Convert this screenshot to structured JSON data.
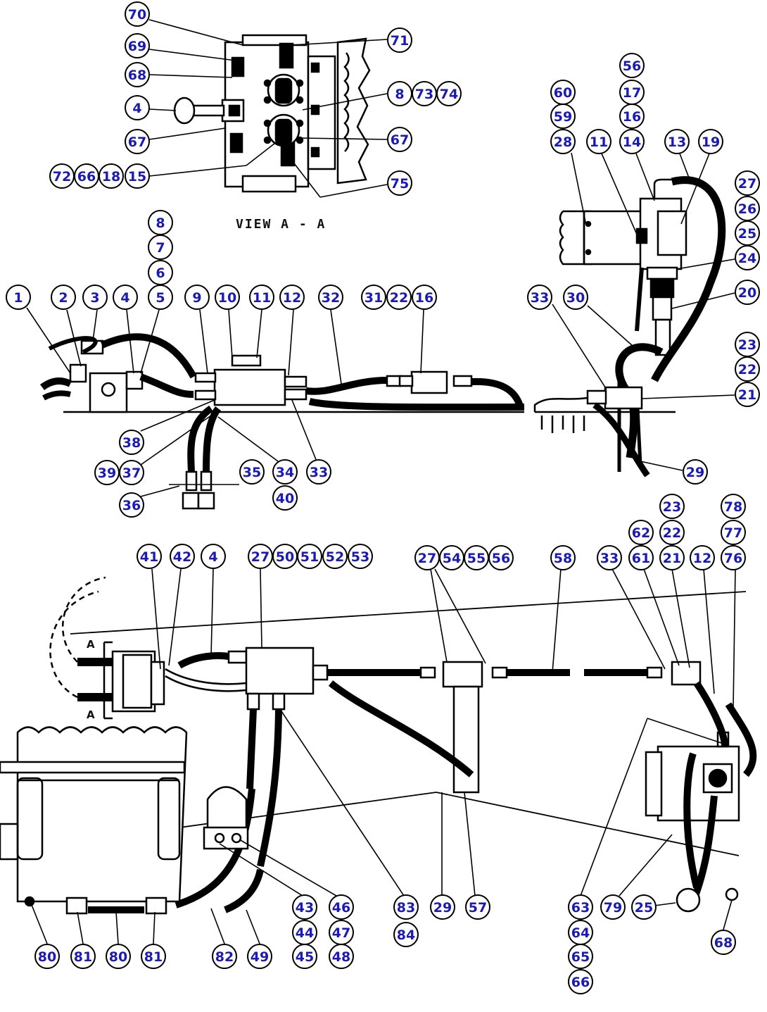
{
  "diagram": {
    "view_title": "VIEW A - A",
    "section_marker": "A",
    "callouts": [
      [
        "70",
        195,
        20
      ],
      [
        "69",
        195,
        65
      ],
      [
        "68",
        195,
        106
      ],
      [
        "4",
        195,
        153
      ],
      [
        "67",
        195,
        201
      ],
      [
        "72",
        88,
        250
      ],
      [
        "66",
        123,
        250
      ],
      [
        "18",
        158,
        250
      ],
      [
        "15",
        195,
        250
      ],
      [
        "71",
        568,
        57
      ],
      [
        "8",
        568,
        133
      ],
      [
        "73",
        603,
        133
      ],
      [
        "74",
        638,
        133
      ],
      [
        "67",
        568,
        198
      ],
      [
        "75",
        568,
        260
      ],
      [
        "56",
        898,
        93
      ],
      [
        "60",
        800,
        131
      ],
      [
        "17",
        898,
        131
      ],
      [
        "59",
        800,
        165
      ],
      [
        "16",
        898,
        165
      ],
      [
        "28",
        800,
        201
      ],
      [
        "11",
        851,
        201
      ],
      [
        "14",
        898,
        201
      ],
      [
        "13",
        962,
        201
      ],
      [
        "19",
        1010,
        201
      ],
      [
        "27",
        1062,
        260
      ],
      [
        "26",
        1062,
        296
      ],
      [
        "25",
        1062,
        331
      ],
      [
        "24",
        1062,
        366
      ],
      [
        "20",
        1062,
        415
      ],
      [
        "23",
        1062,
        489
      ],
      [
        "22",
        1062,
        524
      ],
      [
        "21",
        1062,
        560
      ],
      [
        "29",
        988,
        670
      ],
      [
        "8",
        228,
        316
      ],
      [
        "7",
        228,
        351
      ],
      [
        "6",
        228,
        387
      ],
      [
        "1",
        26,
        422
      ],
      [
        "2",
        90,
        422
      ],
      [
        "3",
        135,
        422
      ],
      [
        "4",
        178,
        422
      ],
      [
        "5",
        228,
        422
      ],
      [
        "9",
        280,
        422
      ],
      [
        "10",
        323,
        422
      ],
      [
        "11",
        372,
        422
      ],
      [
        "12",
        415,
        422
      ],
      [
        "32",
        470,
        422
      ],
      [
        "31",
        531,
        422
      ],
      [
        "22",
        567,
        422
      ],
      [
        "16",
        603,
        422
      ],
      [
        "33",
        767,
        422
      ],
      [
        "30",
        818,
        422
      ],
      [
        "38",
        187,
        628
      ],
      [
        "39",
        152,
        671
      ],
      [
        "37",
        187,
        671
      ],
      [
        "35",
        358,
        670
      ],
      [
        "34",
        405,
        670
      ],
      [
        "33",
        453,
        670
      ],
      [
        "40",
        405,
        707
      ],
      [
        "36",
        187,
        717
      ],
      [
        "23",
        955,
        719
      ],
      [
        "78",
        1042,
        719
      ],
      [
        "62",
        911,
        756
      ],
      [
        "22",
        955,
        756
      ],
      [
        "77",
        1042,
        756
      ],
      [
        "41",
        212,
        790
      ],
      [
        "42",
        259,
        790
      ],
      [
        "4",
        303,
        790
      ],
      [
        "27",
        370,
        790
      ],
      [
        "50",
        405,
        790
      ],
      [
        "51",
        440,
        790
      ],
      [
        "52",
        476,
        790
      ],
      [
        "53",
        512,
        790
      ],
      [
        "27",
        607,
        792
      ],
      [
        "54",
        642,
        792
      ],
      [
        "55",
        677,
        792
      ],
      [
        "56",
        712,
        792
      ],
      [
        "58",
        800,
        792
      ],
      [
        "33",
        866,
        792
      ],
      [
        "61",
        911,
        792
      ],
      [
        "21",
        955,
        792
      ],
      [
        "12",
        998,
        792
      ],
      [
        "76",
        1042,
        792
      ],
      [
        "43",
        433,
        1288
      ],
      [
        "46",
        485,
        1288
      ],
      [
        "83",
        577,
        1288
      ],
      [
        "29",
        629,
        1288
      ],
      [
        "57",
        679,
        1288
      ],
      [
        "63",
        825,
        1288
      ],
      [
        "79",
        871,
        1288
      ],
      [
        "25",
        915,
        1288
      ],
      [
        "44",
        433,
        1324
      ],
      [
        "47",
        485,
        1324
      ],
      [
        "84",
        577,
        1327
      ],
      [
        "64",
        825,
        1324
      ],
      [
        "68",
        1028,
        1338
      ],
      [
        "80",
        67,
        1358
      ],
      [
        "81",
        118,
        1358
      ],
      [
        "80",
        168,
        1358
      ],
      [
        "81",
        218,
        1358
      ],
      [
        "82",
        319,
        1358
      ],
      [
        "49",
        369,
        1358
      ],
      [
        "45",
        433,
        1358
      ],
      [
        "48",
        485,
        1358
      ],
      [
        "65",
        825,
        1358
      ],
      [
        "66",
        825,
        1394
      ]
    ]
  }
}
